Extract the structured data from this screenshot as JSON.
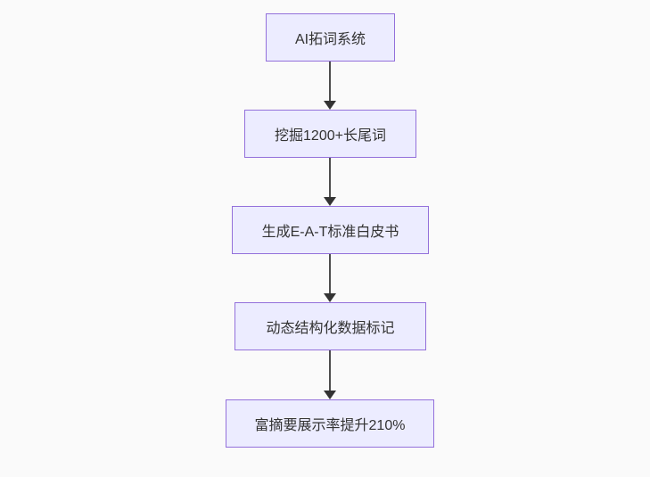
{
  "diagram": {
    "type": "flowchart",
    "direction": "top-down",
    "nodes": [
      {
        "id": "n1",
        "label": "AI拓词系统"
      },
      {
        "id": "n2",
        "label": "挖掘1200+长尾词"
      },
      {
        "id": "n3",
        "label": "生成E-A-T标准白皮书"
      },
      {
        "id": "n4",
        "label": "动态结构化数据标记"
      },
      {
        "id": "n5",
        "label": "富摘要展示率提升210%"
      }
    ],
    "edges": [
      {
        "from": "n1",
        "to": "n2"
      },
      {
        "from": "n2",
        "to": "n3"
      },
      {
        "from": "n3",
        "to": "n4"
      },
      {
        "from": "n4",
        "to": "n5"
      }
    ],
    "colors": {
      "background": "#fafafa",
      "node_fill": "#ECECFF",
      "node_border": "#9370DB",
      "node_text": "#333333",
      "arrow": "#333333"
    }
  }
}
